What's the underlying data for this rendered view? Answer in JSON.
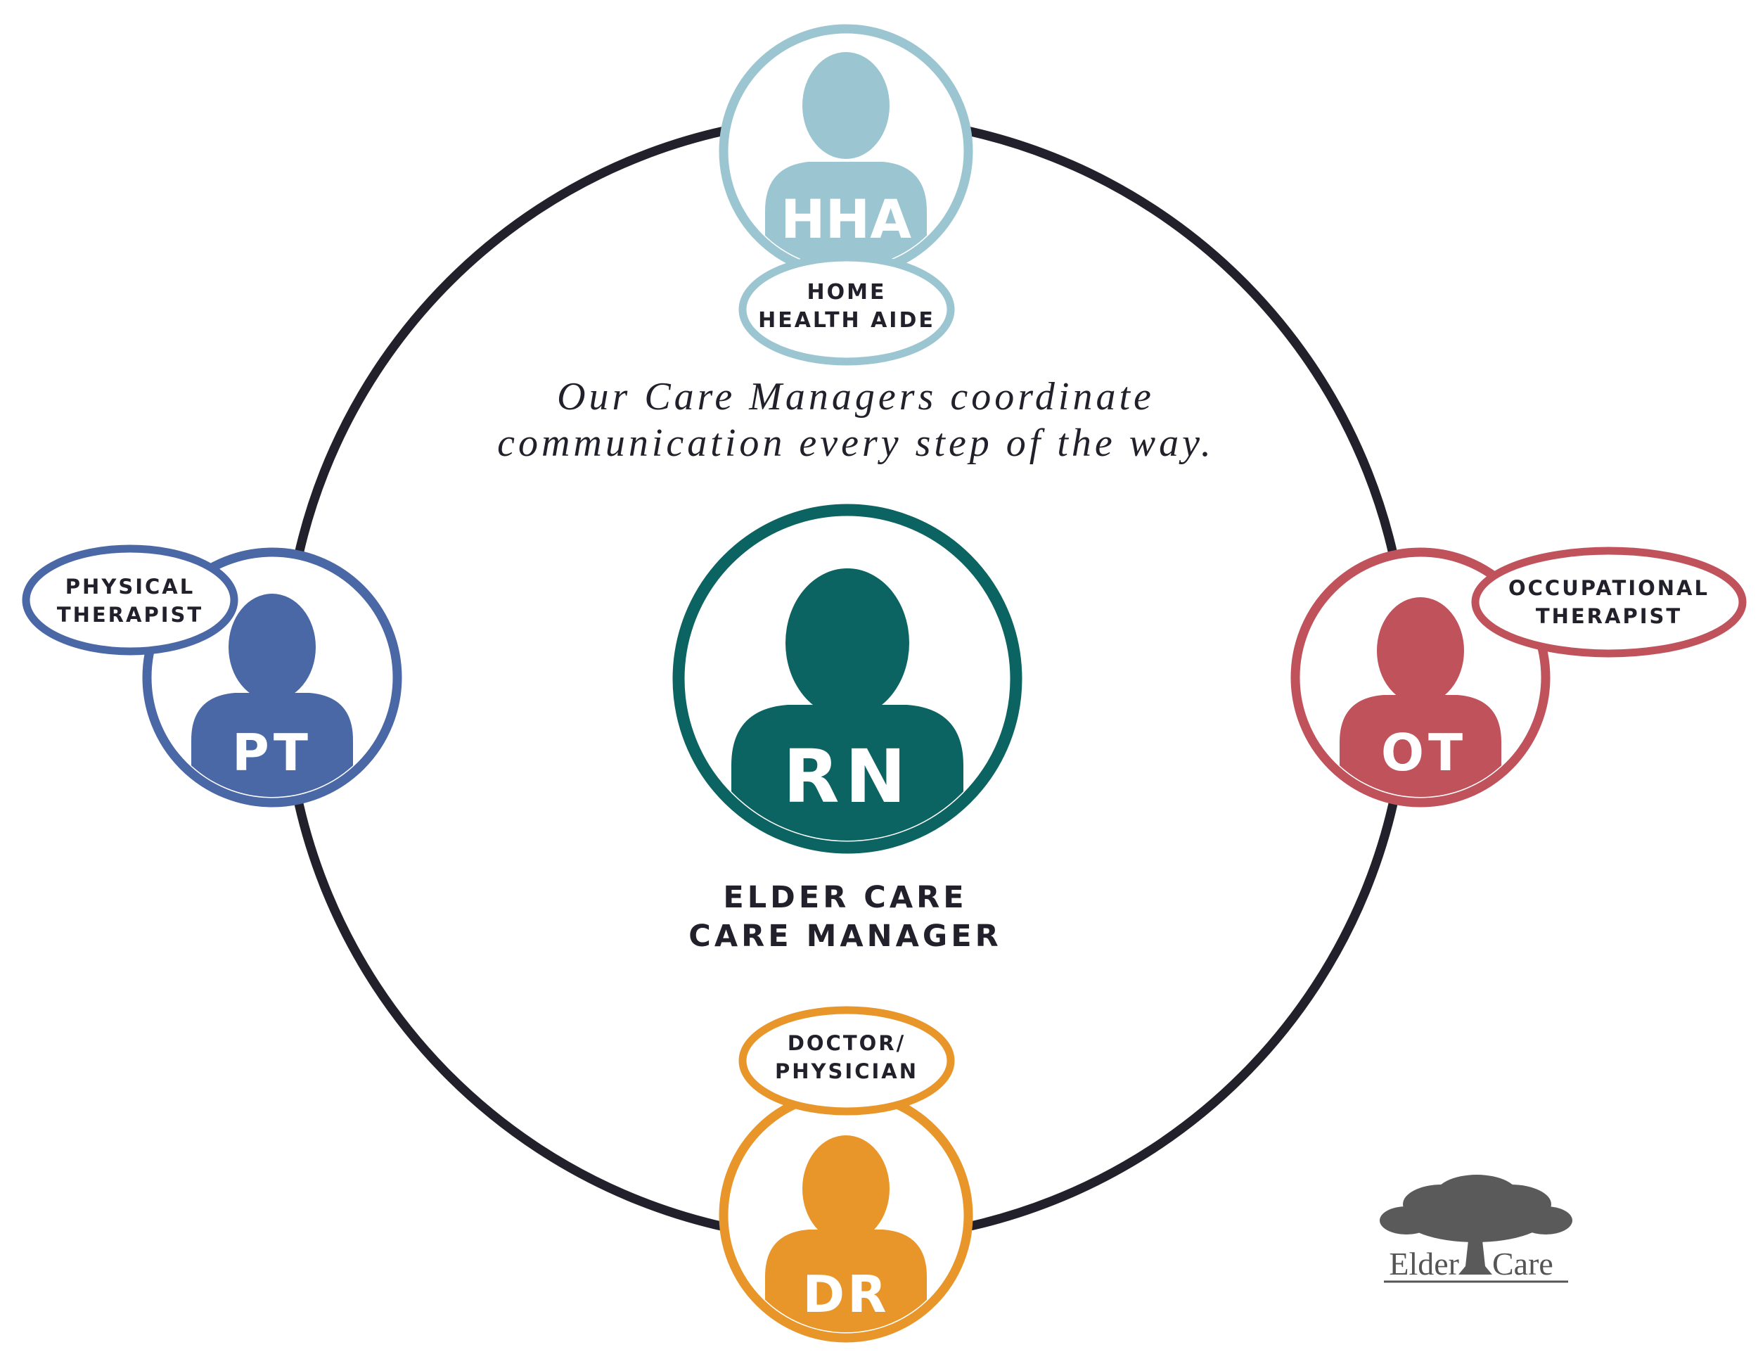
{
  "tagline": {
    "line1": "Our Care Managers coordinate",
    "line2": "communication every step of the way."
  },
  "center": {
    "abbr": "RN",
    "title_line1": "ELDER CARE",
    "title_line2": "CARE MANAGER",
    "color": "#0c6462"
  },
  "nodes": {
    "hha": {
      "abbr": "HHA",
      "label_line1": "HOME",
      "label_line2": "HEALTH AIDE",
      "color": "#9bc6d1"
    },
    "pt": {
      "abbr": "PT",
      "label_line1": "PHYSICAL",
      "label_line2": "THERAPIST",
      "color": "#4a67a6"
    },
    "ot": {
      "abbr": "OT",
      "label_line1": "OCCUPATIONAL",
      "label_line2": "THERAPIST",
      "color": "#bf525a"
    },
    "dr": {
      "abbr": "DR",
      "label_line1": "DOCTOR/",
      "label_line2": "PHYSICIAN",
      "color": "#e8962a"
    }
  },
  "ring_color": "#22212b",
  "label_text_color": "#22212b",
  "logo": {
    "word1": "Elder",
    "word2": "Care",
    "color": "#555555"
  }
}
